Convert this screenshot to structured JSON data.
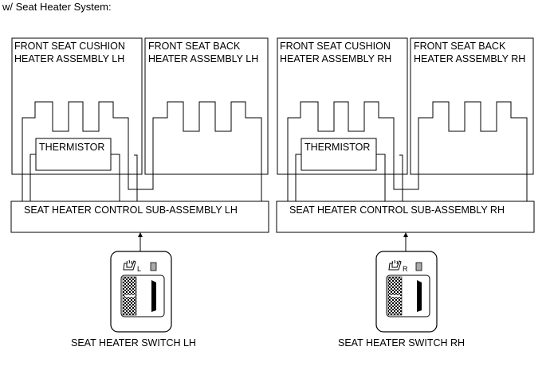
{
  "title": "w/ Seat Heater System:",
  "lh": {
    "cushion": {
      "line1": "FRONT SEAT CUSHION",
      "line2": "HEATER ASSEMBLY LH"
    },
    "back": {
      "line1": "FRONT SEAT BACK",
      "line2": "HEATER ASSEMBLY LH"
    },
    "thermistor": "THERMISTOR",
    "control": "SEAT HEATER CONTROL SUB-ASSEMBLY LH",
    "switch_letter": "L",
    "switch_label": "SEAT HEATER SWITCH LH"
  },
  "rh": {
    "cushion": {
      "line1": "FRONT SEAT CUSHION",
      "line2": "HEATER ASSEMBLY RH"
    },
    "back": {
      "line1": "FRONT SEAT BACK",
      "line2": "HEATER ASSEMBLY RH"
    },
    "thermistor": "THERMISTOR",
    "control": "SEAT HEATER CONTROL SUB-ASSEMBLY RH",
    "switch_letter": "R",
    "switch_label": "SEAT HEATER SWITCH RH"
  },
  "icons": [
    "seat-heater-icon",
    "indicator-lamp-icon",
    "dial-icon"
  ]
}
